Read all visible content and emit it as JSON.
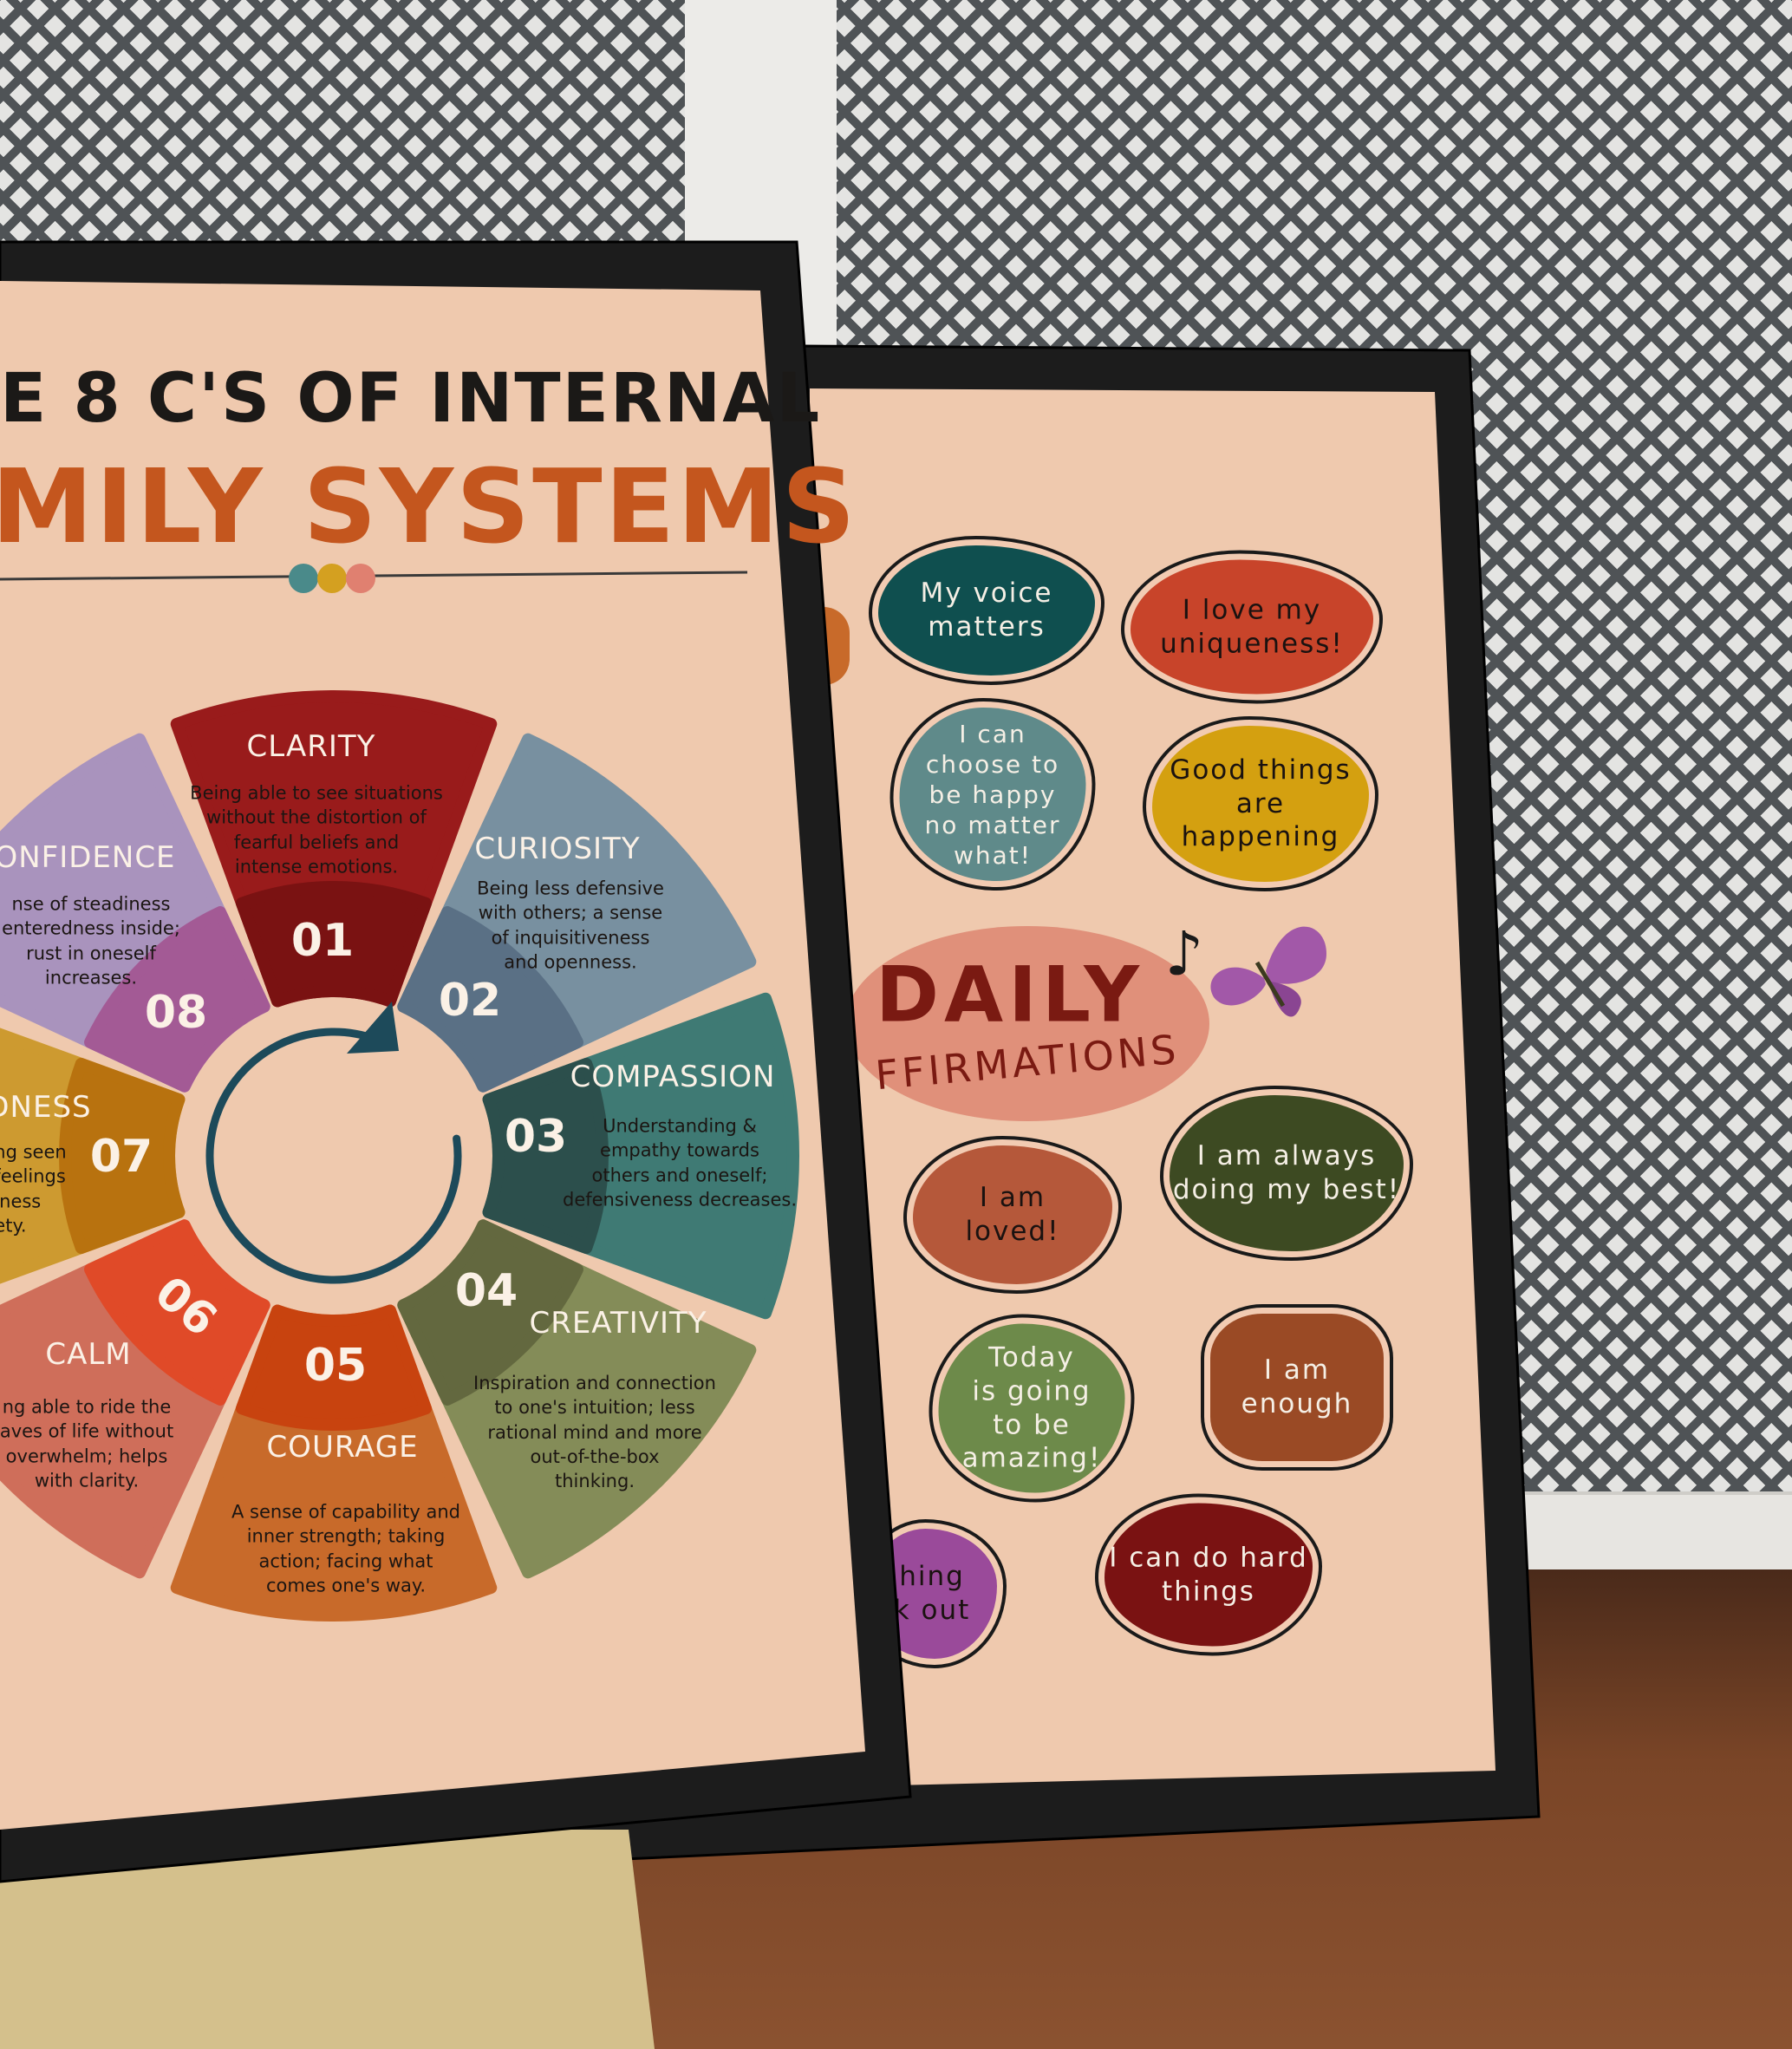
{
  "scene": {
    "wall_color": "#4f5356",
    "floor_color": "#7a4527",
    "frame_color": "#1a1a1a",
    "poster_bg": "#efc9ae"
  },
  "left_poster": {
    "title_line1": "E 8 C'S OF INTERNAL",
    "title_line2": "MILY SYSTEMS",
    "title_colors": {
      "line1": "#1b1917",
      "line2": "#c4561e"
    },
    "divider_dots": [
      "#4a8a8a",
      "#d4a020",
      "#e08070"
    ],
    "cycle_arrow_color": "#1d4a5a",
    "petals": [
      {
        "number": "01",
        "title": "CLARITY",
        "desc": "Being able to see situations\nwithout the distortion of\nfearful beliefs and\nintense emotions.",
        "color": "#991b1b",
        "dark": "#7a1212"
      },
      {
        "number": "02",
        "title": "CURIOSITY",
        "desc": "Being less defensive\nwith others; a sense\nof inquisitiveness\nand openness.",
        "color": "#7890a0",
        "dark": "#5a7085"
      },
      {
        "number": "03",
        "title": "COMPASSION",
        "desc": "Understanding &\nempathy towards\nothers and oneself;\ndefensiveness decreases.",
        "color": "#3f7a74",
        "dark": "#2c4f4c"
      },
      {
        "number": "04",
        "title": "CREATIVITY",
        "desc": "Inspiration and connection\nto one's intuition; less\nrational mind and more\nout-of-the-box\nthinking.",
        "color": "#848c58",
        "dark": "#63683f"
      },
      {
        "number": "05",
        "title": "COURAGE",
        "desc": "A sense of capability and\ninner strength; taking\naction; facing what\ncomes one's way.",
        "color": "#c86a2a",
        "dark": "#c8430f"
      },
      {
        "number": "06",
        "title": "CALM",
        "desc": "ng able to ride the\naves of life without\noverwhelm; helps\nwith clarity.",
        "color": "#cf6e5a",
        "dark": "#e04a28"
      },
      {
        "number": "07",
        "title": "DNESS",
        "desc": "ng seen\nfeelings\nlness\nety.",
        "color": "#cd9a30",
        "dark": "#b8720f"
      },
      {
        "number": "08",
        "title": "ONFIDENCE",
        "desc": "nse of steadiness\nenteredness inside;\nrust in oneself\nincreases.",
        "color": "#a993bd",
        "dark": "#a35a95"
      }
    ]
  },
  "right_poster": {
    "heading": "DAILY",
    "subheading": "FFIRMATIONS",
    "heading_color": "#7a1a12",
    "heading_bg": "#e0907a",
    "butterfly_color": "#a258a8",
    "affirmations": [
      {
        "text": "My voice\nmatters",
        "color": "#0f4f4f",
        "text_color": "#f5efe5"
      },
      {
        "text": "I love my\nuniqueness!",
        "color": "#c8442a",
        "text_color": "#1a1210"
      },
      {
        "text": "I can\nchoose to\nbe happy\nno matter\nwhat!",
        "color": "#5f8a8a",
        "text_color": "#f5efe5"
      },
      {
        "text": "Good things\nare\nhappening",
        "color": "#d4a010",
        "text_color": "#1a1210"
      },
      {
        "text": "I am always\ndoing my best!",
        "color": "#3d4a22",
        "text_color": "#f5efe5"
      },
      {
        "text": "I am\nloved!",
        "color": "#b5583a",
        "text_color": "#1a1210"
      },
      {
        "text": "Today\nis going\nto be\namazing!",
        "color": "#6d8a4a",
        "text_color": "#f5efe5"
      },
      {
        "text": "I am\nenough",
        "color": "#9a4a25",
        "text_color": "#f5efe5"
      },
      {
        "text": "hing\nk out",
        "color": "#9a4a9a",
        "text_color": "#1a1210"
      },
      {
        "text": "I can do hard\nthings",
        "color": "#7a1212",
        "text_color": "#f5efe5"
      }
    ]
  }
}
